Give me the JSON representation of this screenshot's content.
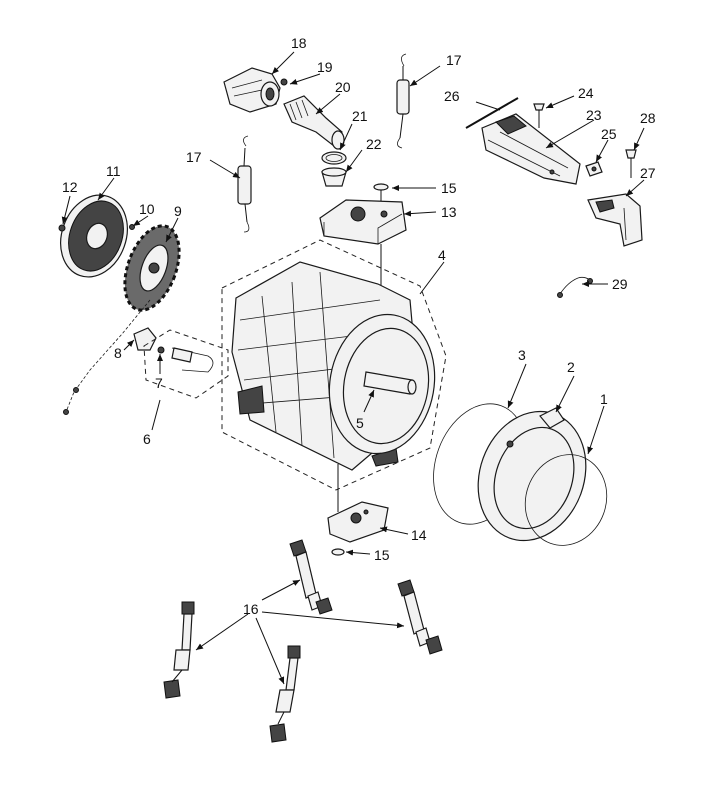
{
  "labels": {
    "p1": "1",
    "p2": "2",
    "p3": "3",
    "p4": "4",
    "p5": "5",
    "p6": "6",
    "p7": "7",
    "p8": "8",
    "p9": "9",
    "p10": "10",
    "p11": "11",
    "p12": "12",
    "p13": "13",
    "p14": "14",
    "p15a": "15",
    "p15b": "15",
    "p16": "16",
    "p17a": "17",
    "p17b": "17",
    "p18": "18",
    "p19": "19",
    "p20": "20",
    "p21": "21",
    "p22": "22",
    "p23": "23",
    "p24": "24",
    "p25": "25",
    "p26": "26",
    "p27": "27",
    "p28": "28",
    "p29": "29"
  }
}
